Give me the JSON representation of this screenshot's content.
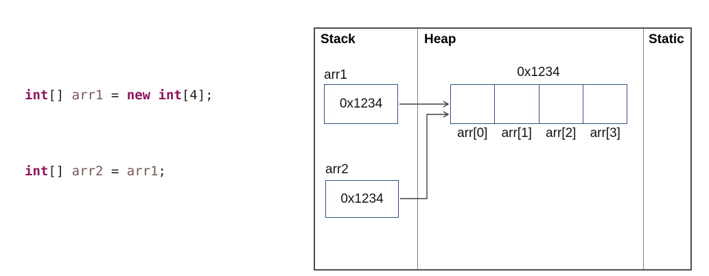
{
  "code": {
    "lines": [
      {
        "tokens": [
          {
            "text": "int",
            "type": "keyword"
          },
          {
            "text": "[] ",
            "type": "plain"
          },
          {
            "text": "arr1",
            "type": "variable"
          },
          {
            "text": " = ",
            "type": "plain"
          },
          {
            "text": "new",
            "type": "keyword"
          },
          {
            "text": " ",
            "type": "plain"
          },
          {
            "text": "int",
            "type": "keyword"
          },
          {
            "text": "[4];",
            "type": "plain"
          }
        ]
      },
      {
        "tokens": [
          {
            "text": "int",
            "type": "keyword"
          },
          {
            "text": "[] ",
            "type": "plain"
          },
          {
            "text": "arr2",
            "type": "variable"
          },
          {
            "text": " = ",
            "type": "plain"
          },
          {
            "text": "arr1",
            "type": "variable"
          },
          {
            "text": ";",
            "type": "plain"
          }
        ]
      }
    ]
  },
  "diagram": {
    "headers": {
      "stack": "Stack",
      "heap": "Heap",
      "static": "Static"
    },
    "stack_frames": [
      {
        "label": "arr1",
        "value": "0x1234"
      },
      {
        "label": "arr2",
        "value": "0x1234"
      }
    ],
    "heap_array": {
      "address": "0x1234",
      "cells": [
        "",
        "",
        "",
        ""
      ],
      "cell_labels": [
        "arr[0]",
        "arr[1]",
        "arr[2]",
        "arr[3]"
      ]
    },
    "colors": {
      "box_border": "#2F4E80",
      "arrow": "#3F3F3F",
      "divider": "#7F7F7F",
      "panel_border": "#4D4D4D",
      "keyword": "#8C145A",
      "variable": "#785555",
      "code_text": "#1F1F1F"
    }
  }
}
